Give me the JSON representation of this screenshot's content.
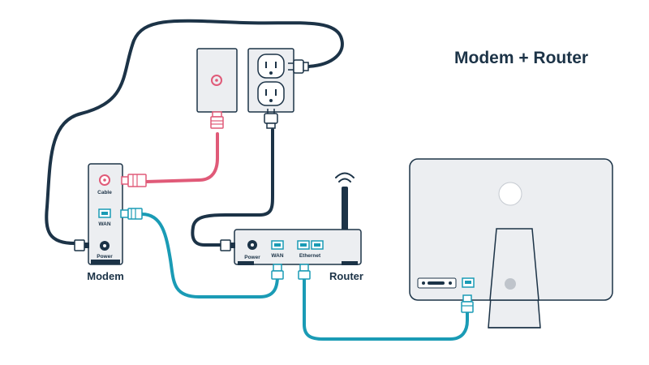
{
  "title": "Modem + Router",
  "modem": {
    "name": "Modem",
    "port_cable": "Cable",
    "port_wan": "WAN",
    "port_power": "Power"
  },
  "router": {
    "name": "Router",
    "port_power": "Power",
    "port_wan": "WAN",
    "port_ethernet": "Ethernet"
  },
  "colors": {
    "cable_coax": "#e05a78",
    "cable_ethernet": "#1a9bb5",
    "cable_power": "#1c3347",
    "device_fill": "#eceef1",
    "device_stroke": "#1c3347"
  }
}
